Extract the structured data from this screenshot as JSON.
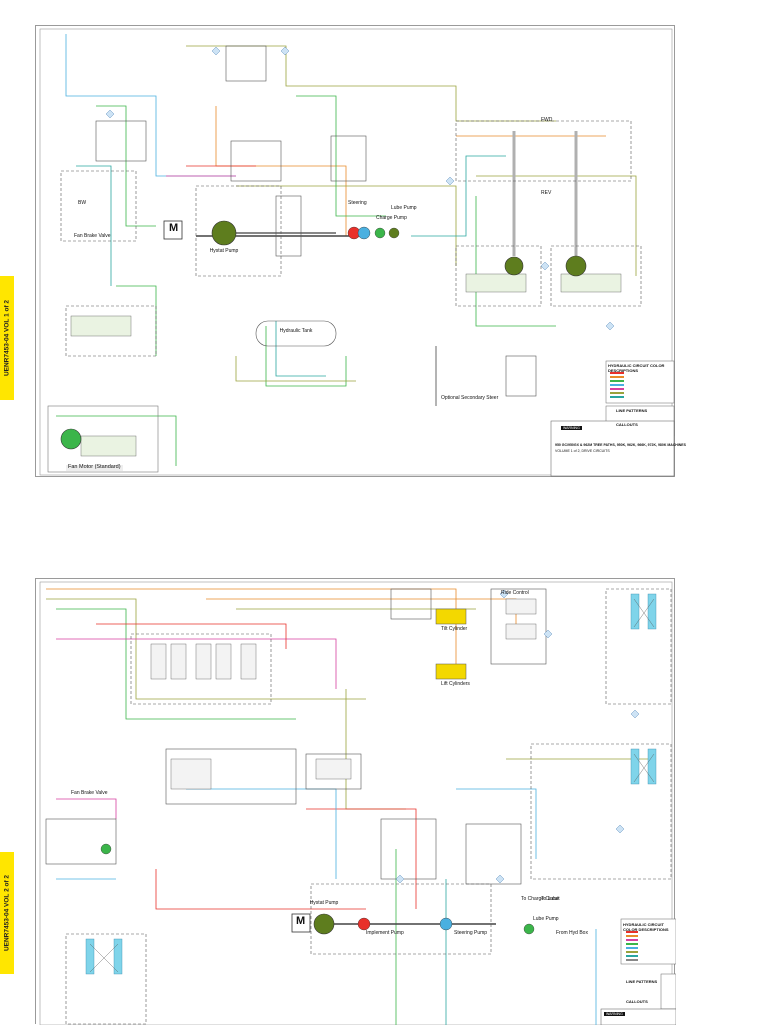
{
  "sheet1": {
    "side_tab": "UENR7453-04 VOL 1 of 2",
    "labels": {
      "motor": "M",
      "hystat_pump": "Hystat Pump",
      "fan_brake_valve": "Fan Brake Valve",
      "hydraulic_tank": "Hydraulic Tank",
      "optional_secondary_steer": "Optional Secondary Steer",
      "fan_motor_standard": "Fan Motor (Standard)",
      "steering": "Steering",
      "charge_pump": "Charge Pump",
      "lube_pump": "Lube Pump",
      "bw": "BW",
      "fwd": "FWD",
      "rev": "REV"
    },
    "title_block": {
      "main": "950 GC/950GX & 962M TREE PATHS, 950K, 962K, 966K, 972K, 980K MACHINES",
      "sub": "VOLUME 1 of 2, DRIVE CIRCUITS",
      "warning": "WARNING"
    },
    "legend_title": "HYDRAULIC CIRCUIT COLOR DESCRIPTIONS",
    "line_patterns_title": "LINE PATTERNS",
    "callouts_title": "CALLOUTS"
  },
  "sheet2": {
    "side_tab": "UENR7453-04 VOL 2 of 2",
    "labels": {
      "tilt_cylinder": "Tilt Cylinder",
      "lift_cylinders": "Lift Cylinders",
      "ride_control": "Ride Control",
      "fan_brake_valve": "Fan Brake Valve",
      "motor": "M",
      "hystat_pump": "Hystat Pump",
      "implement_pump": "Implement Pump",
      "steering_pump": "Steering Pump",
      "charge_circuit": "To Charge Circuit",
      "lube_pump": "Lube Pump",
      "to_lube": "To Lube",
      "from_hyd_box": "From Hyd Box"
    },
    "legend_title": "HYDRAULIC CIRCUIT COLOR DESCRIPTIONS",
    "line_patterns_title": "LINE PATTERNS",
    "callouts_title": "CALLOUTS",
    "warning": "WARNING"
  },
  "colors": {
    "pressure_red": "#e8302a",
    "pilot_green": "#3bb54a",
    "drain_blue": "#4ab0e0",
    "suction_olive": "#9aa23c",
    "teal": "#2aa6a0",
    "orange": "#e88a2a",
    "magenta": "#d63fa0",
    "tab_yellow": "#ffe600",
    "component_olive": "#5e7d1e"
  }
}
